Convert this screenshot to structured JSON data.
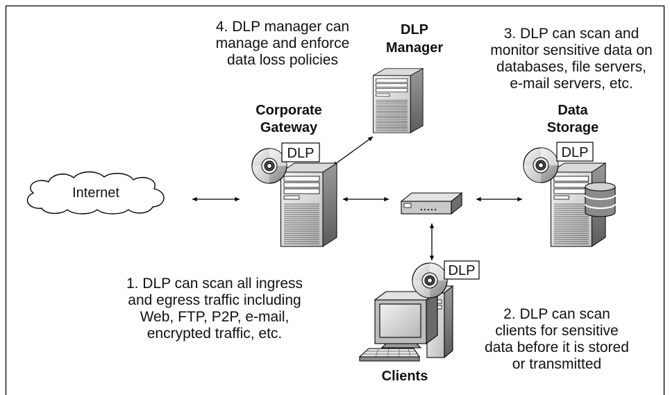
{
  "notes": {
    "manager": {
      "lines": [
        "4. DLP manager can",
        "manage and enforce",
        "data loss policies"
      ]
    },
    "storage": {
      "lines": [
        "3. DLP can scan and",
        "monitor sensitive data on",
        "databases, file servers,",
        "e-mail servers, etc."
      ]
    },
    "gateway": {
      "lines": [
        "1. DLP can scan all ingress",
        "and egress traffic including",
        "Web, FTP, P2P, e-mail,",
        "encrypted traffic, etc."
      ]
    },
    "clients": {
      "lines": [
        "2. DLP can scan",
        "clients for sensitive",
        "data before it is stored",
        "or transmitted"
      ]
    }
  },
  "nodes": {
    "manager": {
      "label_lines": [
        "DLP",
        "Manager"
      ],
      "icon": "server-tower-icon"
    },
    "gateway": {
      "label_lines": [
        "Corporate",
        "Gateway"
      ],
      "icon": "server-tower-icon",
      "badge": "DLP"
    },
    "storage": {
      "label_lines": [
        "Data",
        "Storage"
      ],
      "icon": "server-tower-icon",
      "badge": "DLP"
    },
    "internet": {
      "label": "Internet",
      "icon": "cloud-icon"
    },
    "switch": {
      "icon": "network-switch-icon"
    },
    "clients": {
      "label": "Clients",
      "icon": "desktop-computer-icon",
      "badge": "DLP"
    }
  },
  "colors": {
    "stroke": "#000000",
    "background": "#ffffff",
    "device_grey": "#8c8c8c"
  }
}
